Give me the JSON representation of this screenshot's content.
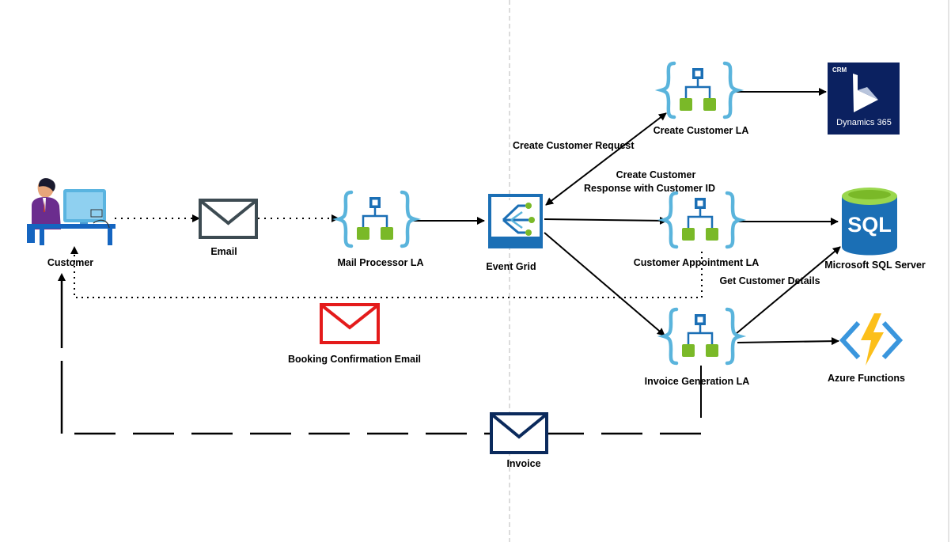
{
  "nodes": {
    "customer": "Customer",
    "email": "Email",
    "mail_processor": "Mail Processor LA",
    "event_grid": "Event Grid",
    "create_customer": "Create Customer LA",
    "customer_appointment": "Customer Appointment LA",
    "invoice_generation": "Invoice Generation LA",
    "dynamics": "Dynamics 365",
    "dynamics_tag": "CRM",
    "sql_server": "Microsoft SQL Server",
    "sql_icon_text": "SQL",
    "azure_functions": "Azure Functions",
    "booking_email": "Booking Confirmation Email",
    "invoice": "Invoice"
  },
  "edges": {
    "create_request": "Create Customer Request",
    "create_response_line1": "Create Customer",
    "create_response_line2": "Response with Customer ID",
    "get_details": "Get Customer Details"
  },
  "colors": {
    "logic_app_bracket": "#5ab4dc",
    "logic_app_node_blue": "#1b6fb5",
    "logic_app_node_green": "#7ab928",
    "email_dark": "#3d4b52",
    "email_red": "#e41b1b",
    "invoice_navy": "#0b2a5c",
    "dynamics_bg": "#0b2160",
    "sql_blue": "#1b6fb5",
    "sql_green": "#86c440",
    "functions_yellow": "#fcbf1a",
    "functions_blue": "#3a96dd"
  }
}
